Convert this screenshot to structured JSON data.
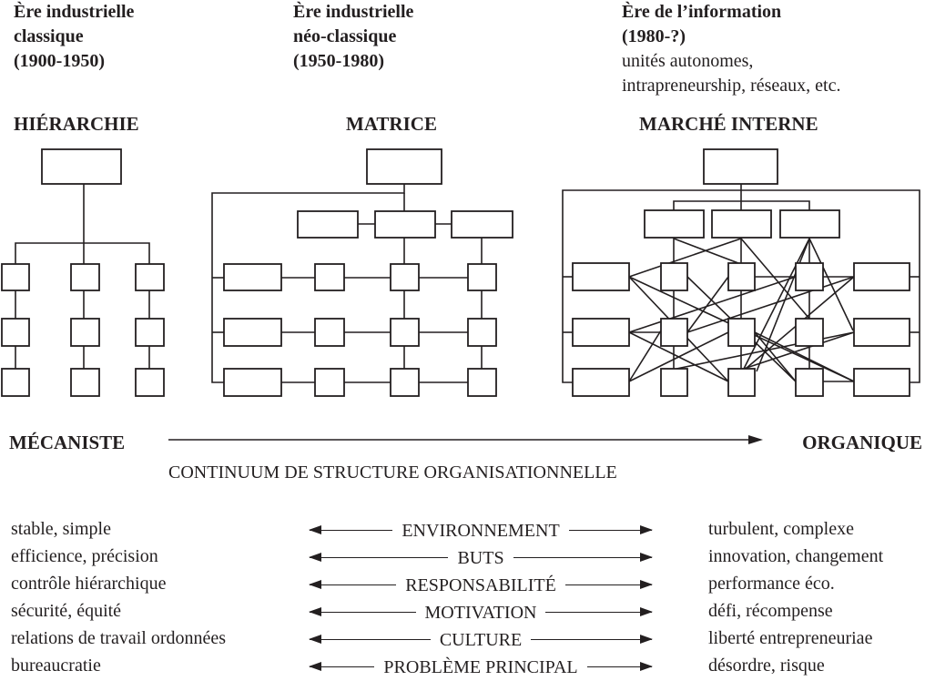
{
  "eras": [
    {
      "lines": [
        "Ère industrielle",
        "classique",
        "(1900-1950)"
      ],
      "structure": "HIÉRARCHIE"
    },
    {
      "lines": [
        "Ère industrielle",
        "néo-classique",
        "(1950-1980)"
      ],
      "structure": "MATRICE"
    },
    {
      "lines": [
        "Ère de l’information",
        "(1980-?)"
      ],
      "sublines": [
        "unités autonomes,",
        "intrapreneurship, réseaux, etc."
      ],
      "structure": "MARCHÉ INTERNE"
    }
  ],
  "continuum": {
    "left": "MÉCANISTE",
    "right": "ORGANIQUE",
    "caption": "CONTINUUM DE STRUCTURE ORGANISATIONNELLE"
  },
  "dimensions": [
    {
      "left": "stable, simple",
      "label": "ENVIRONNEMENT",
      "right": "turbulent, complexe"
    },
    {
      "left": "efficience, précision",
      "label": "BUTS",
      "right": "innovation, changement"
    },
    {
      "left": "contrôle hiérarchique",
      "label": "RESPONSABILITÉ",
      "right": "performance éco."
    },
    {
      "left": "sécurité, équité",
      "label": "MOTIVATION",
      "right": "défi, récompense"
    },
    {
      "left": "relations de travail ordonnées",
      "label": "CULTURE",
      "right": "liberté entrepreneuriae"
    },
    {
      "left": "bureaucratie",
      "label": "PROBLÈME PRINCIPAL",
      "right": "désordre, risque"
    }
  ]
}
